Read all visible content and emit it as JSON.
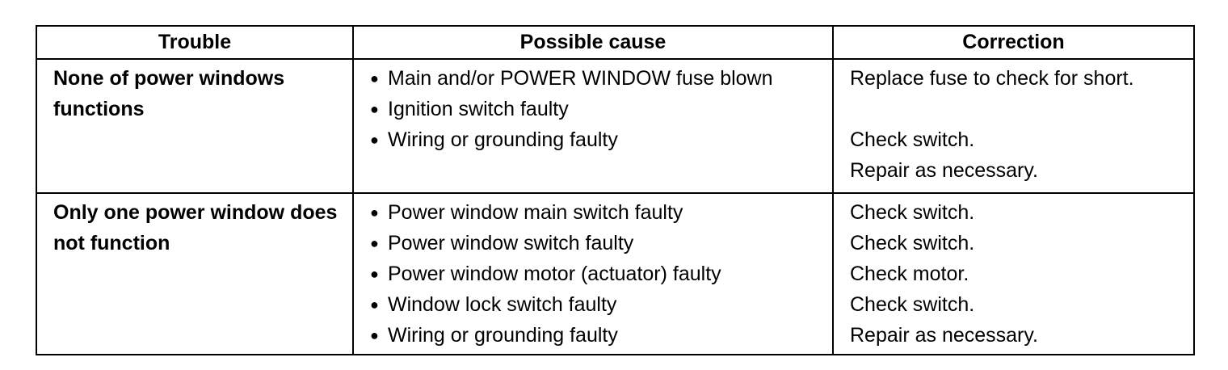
{
  "table": {
    "headers": {
      "trouble": "Trouble",
      "cause": "Possible cause",
      "correction": "Correction"
    },
    "rows": [
      {
        "trouble": "None of power windows functions",
        "items": [
          {
            "cause": "Main and/or POWER WINDOW fuse blown",
            "correction": "Replace fuse to check for short."
          },
          {
            "cause": "Ignition switch faulty",
            "correction": "Check switch."
          },
          {
            "cause": "Wiring or grounding faulty",
            "correction": "Repair as necessary."
          }
        ]
      },
      {
        "trouble": "Only one power window does not function",
        "items": [
          {
            "cause": "Power window main switch faulty",
            "correction": "Check switch."
          },
          {
            "cause": "Power window switch faulty",
            "correction": "Check switch."
          },
          {
            "cause": "Power window motor (actuator) faulty",
            "correction": "Check motor."
          },
          {
            "cause": "Window lock switch faulty",
            "correction": "Check switch."
          },
          {
            "cause": "Wiring or grounding faulty",
            "correction": "Repair as necessary."
          }
        ]
      }
    ],
    "bullet_glyph": "●"
  }
}
